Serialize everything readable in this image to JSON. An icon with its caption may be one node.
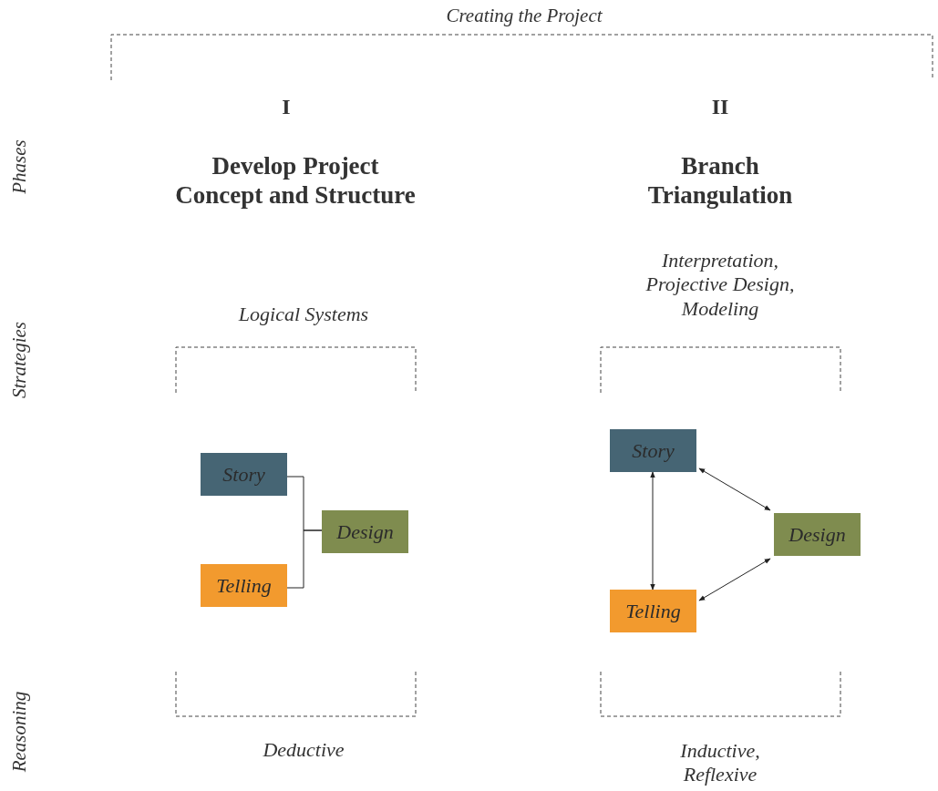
{
  "diagram": {
    "nodes": [
      {
        "text": [
          "Story"
        ]
      },
      {
        "text": [
          "Telling"
        ]
      },
      {
        "text": [
          "Design"
        ]
      },
      {
        "text": [
          "Story"
        ]
      },
      {
        "text": [
          "Design"
        ]
      },
      {
        "text": [
          "Telling"
        ]
      }
    ],
    "edges": [
      {
        "from": 0,
        "to": 2,
        "arrow": "none"
      },
      {
        "from": 1,
        "to": 2,
        "arrow": "none"
      },
      {
        "from": 3,
        "to": 5,
        "arrow": "both"
      },
      {
        "from": 3,
        "to": 4,
        "arrow": "both"
      },
      {
        "from": 5,
        "to": 4,
        "arrow": "both"
      }
    ],
    "labels": [
      "Creating the Project",
      "Phases",
      "I",
      "II",
      "Develop Project Concept and Structure",
      "Branch Triangulation",
      "Strategies",
      "Logical Systems",
      "Interpretation, Projective Design, Modeling",
      "Reasoning",
      "Deductive",
      "Inductive, Reflexive"
    ]
  }
}
